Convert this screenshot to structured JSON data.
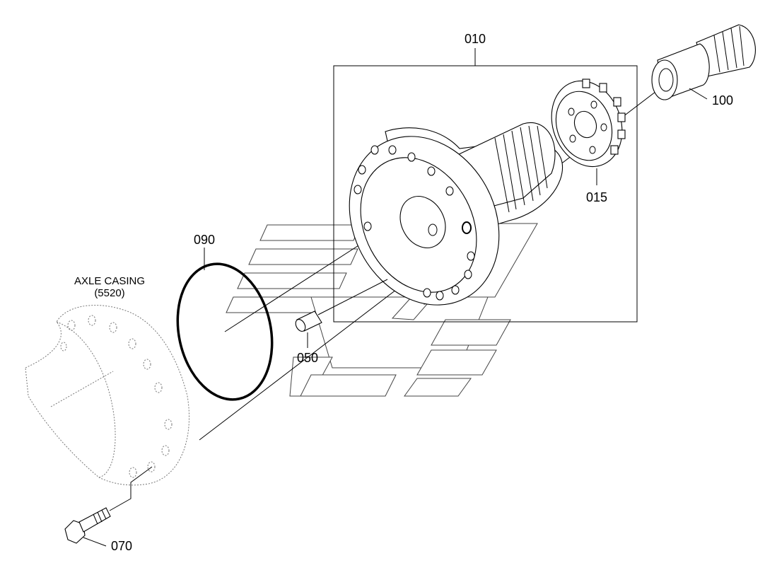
{
  "labels": {
    "assembly": "010",
    "ring_gear": "015",
    "plug": "050",
    "bolt": "070",
    "o_ring": "090",
    "shaft": "100"
  },
  "axle_casing": {
    "line1": "AXLE CASING",
    "line2": "(5520)"
  }
}
